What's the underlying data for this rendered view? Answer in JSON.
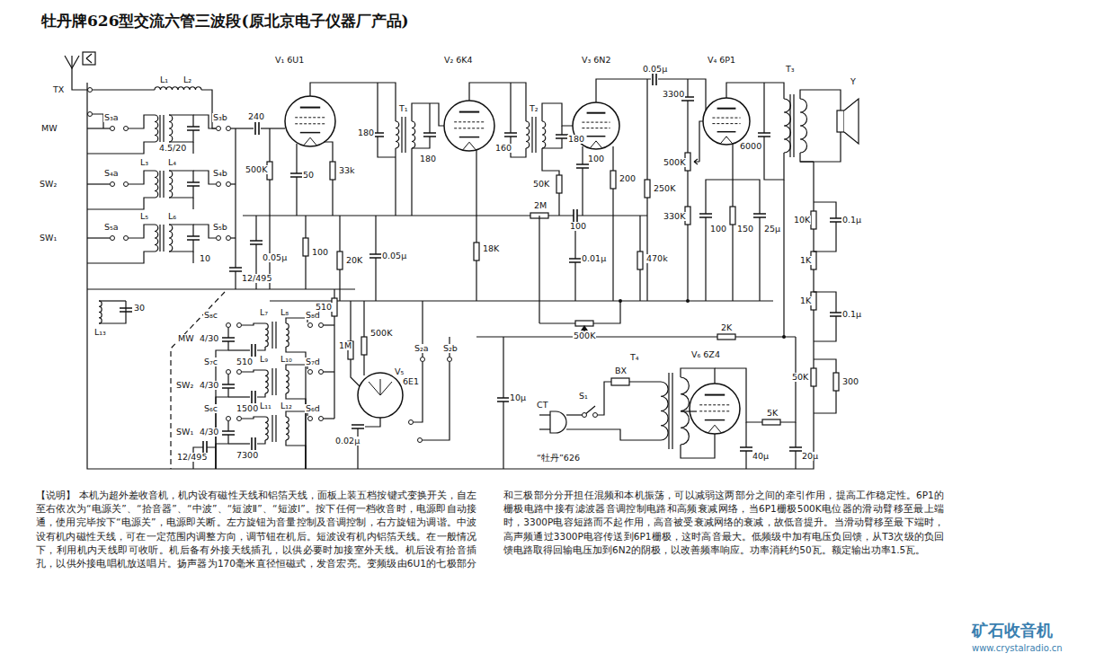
{
  "diagram": {
    "title": "牡丹牌626型交流六管三波段(原北京电子仪器厂产品)",
    "caption": "【说明】 本机为超外差收音机，机内设有磁性天线和铝箔天线，面板上装五档按键式变换开关，自左至右依次为“电源关”、“拾音器”、“中波”、“短波Ⅱ”、“短波Ⅰ”。按下任何一档收音时，电源即自动接通，使用完毕按下“电源关”，电源即关断。左方旋钮为音量控制及音调控制，右方旋钮为调谐。中波设有机内磁性天线，可在一定范围内调整方向，调节钮在机后。短波设有机内铝箔天线。在一般情况下，利用机内天线即可收听。机后备有外接天线插孔，以供必要时加接室外天线。机后设有拾音插孔，以供外接电唱机放送唱片。扬声器为170毫米直径恒磁式，发音宏亮。变频级由6U1的七极部分和三极部分分开担任混频和本机振荡，可以减弱这两部分之间的牵引作用，提高工作稳定性。6P1的栅极电路中接有滤波器音调控制电路和高频衰减网络，当6P1栅极500K电位器的滑动臂移至最上端时，3300P电容短路而不起作用，高音被受衰减网络的衰减，故低音提升。当滑动臂移至最下端时，高声频通过3300P电容传送到6P1栅极，这时高音最大。低频级中加有电压负回馈，从T3次级的负回馈电路取得回输电压加到6N2的阴极，以改善频率响应。功率消耗约50瓦。额定输出功率1.5瓦。",
    "labels": [
      "V₁ 6U1",
      "V₂ 6K4",
      "V₃ 6N2",
      "V₄ 6P1",
      "T₁",
      "T₂",
      "T₃",
      "Y",
      "TX",
      "MW",
      "SW₂",
      "SW₁",
      "L₁",
      "L₂",
      "S₃a",
      "S₃b",
      "4.5/20",
      "240",
      "S₄a",
      "S₄b",
      "L₃",
      "L₄",
      "S₅a",
      "S₅b",
      "L₅",
      "L₆",
      "10",
      "30",
      "L₁₃",
      "500K",
      "50",
      "33k",
      "0.05μ",
      "100",
      "12/495",
      "180",
      "180",
      "160",
      "180",
      "50K",
      "100",
      "200",
      "2M",
      "100",
      "18K",
      "20K",
      "0.05μ",
      "0.01μ",
      "470k",
      "500K",
      "0.05μ",
      "3300",
      "500K",
      "250K",
      "330K",
      "100",
      "150",
      "25μ",
      "6000",
      "10K",
      "0.1μ",
      "1K",
      "1K",
      "0.1μ",
      "2K",
      "50K",
      "300",
      "5K",
      "40μ",
      "20μ",
      "T₄",
      "V₆ 6Z4",
      "BX",
      "S₁",
      "CT",
      "“牡丹”626",
      "10μ",
      "S₂a",
      "S₂b",
      "V₅",
      "6E1",
      "1M",
      "500K",
      "0.02μ",
      "510",
      "S₈c",
      "S₈d",
      "L₇",
      "L₈",
      "MW",
      "4/30",
      "510",
      "S₇c",
      "S₇d",
      "L₉",
      "L₁₀",
      "SW₂",
      "4/30",
      "1500",
      "S₆c",
      "S₆d",
      "L₁₁",
      "L₁₂",
      "SW₁",
      "4/30",
      "7300",
      "12/495",
      "矿石收音机",
      "www.crystalradio.cn"
    ]
  }
}
